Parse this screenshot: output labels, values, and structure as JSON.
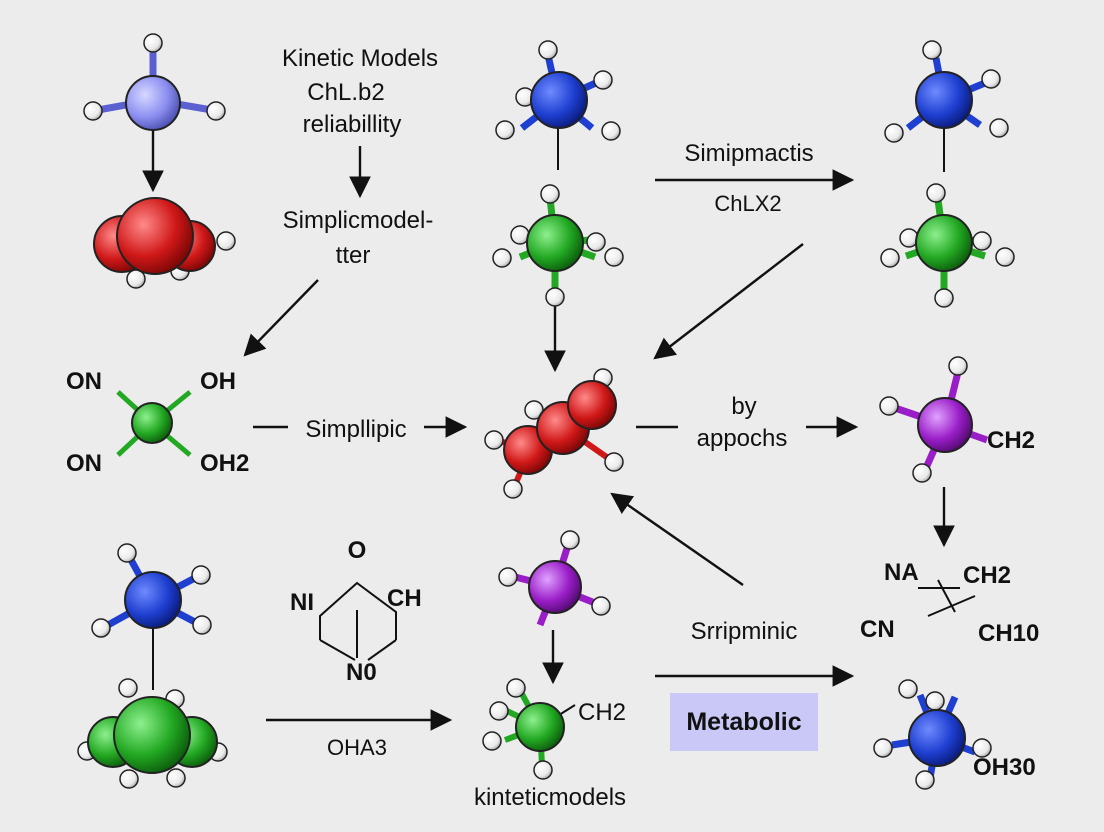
{
  "labels": {
    "title_1": "Kinetic Models",
    "title_2": "ChL.b2",
    "title_3": "reliabillity",
    "left_mid_1": "Simplicmodel-",
    "left_mid_2": "tter",
    "top_right_1": "Simipmactis",
    "top_right_2": "ChLX2",
    "on_top": "ON",
    "oh_top": "OH",
    "on_bottom": "ON",
    "oh2": "OH2",
    "center_left": "Simpllipic",
    "center_right_1": "by",
    "center_right_2": "appochs",
    "right_ch2": "CH2",
    "ring_o": "O",
    "ring_ni": "NI",
    "ring_ch": "CH",
    "ring_n0": "N0",
    "oha3": "OHA3",
    "bottom_center_ch2": "CH2",
    "kintetic": "kinteticmodels",
    "srripminic": "Srripminic",
    "metabolic": "Metabolic",
    "na": "NA",
    "na_ch2": "CH2",
    "cn": "CN",
    "ch10": "CH10",
    "oh30": "OH30"
  },
  "colors": {
    "background": "#ececec",
    "lavender_atom": "#8c8ff0",
    "blue_atom": "#1e3fd0",
    "green_atom": "#22a822",
    "red_atom": "#d01818",
    "purple_atom": "#9a1ec8",
    "hydrogen": "#f4f4f4",
    "badge_fill": "#c9c8f6"
  }
}
